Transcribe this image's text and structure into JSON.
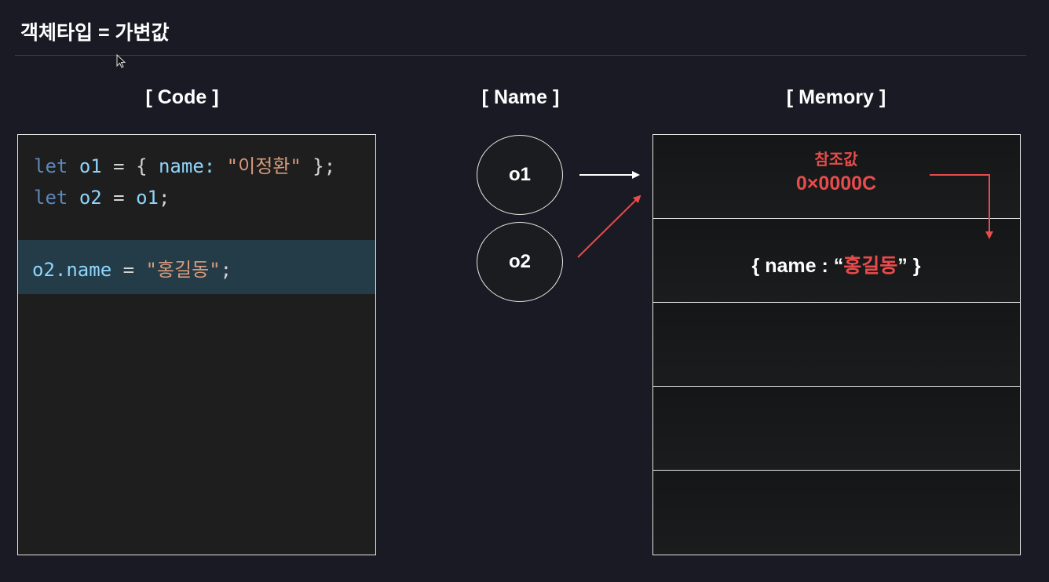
{
  "title": "객체타입 = 가변값",
  "columns": {
    "code": "[ Code ]",
    "name": "[ Name ]",
    "memory": "[ Memory ]"
  },
  "code": {
    "line1": {
      "kw": "let",
      "var": "o1",
      "eq": " = { ",
      "prop": "name:",
      "str": "\"이정환\"",
      "end": " };"
    },
    "line2": {
      "kw": "let",
      "var": "o2",
      "eq": " = ",
      "val": "o1",
      "end": ";"
    },
    "line3": {
      "var": "o2.name",
      "eq": " = ",
      "str": "\"홍길동\"",
      "end": ";"
    }
  },
  "names": [
    "o1",
    "o2"
  ],
  "memory": {
    "ref_label": "참조값",
    "ref_value": "0×0000C",
    "object": {
      "open": "{ name : “",
      "value": "홍길동",
      "close": "” }"
    }
  },
  "colors": {
    "accent_red": "#e84b4b",
    "background": "#191a23",
    "highlight": "#233c48"
  }
}
